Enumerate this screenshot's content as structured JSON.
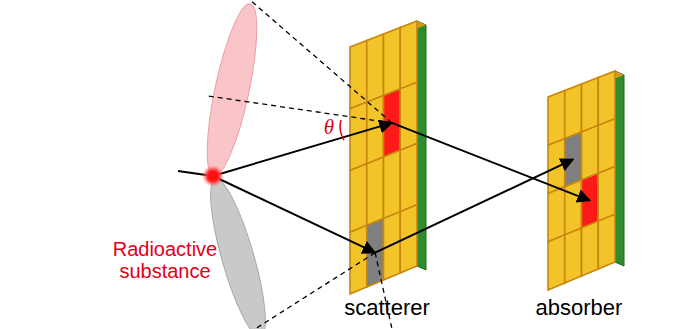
{
  "diagram": {
    "labels": [
      "θ",
      "Radioactive substance",
      "scatterer",
      "absorber"
    ]
  }
}
